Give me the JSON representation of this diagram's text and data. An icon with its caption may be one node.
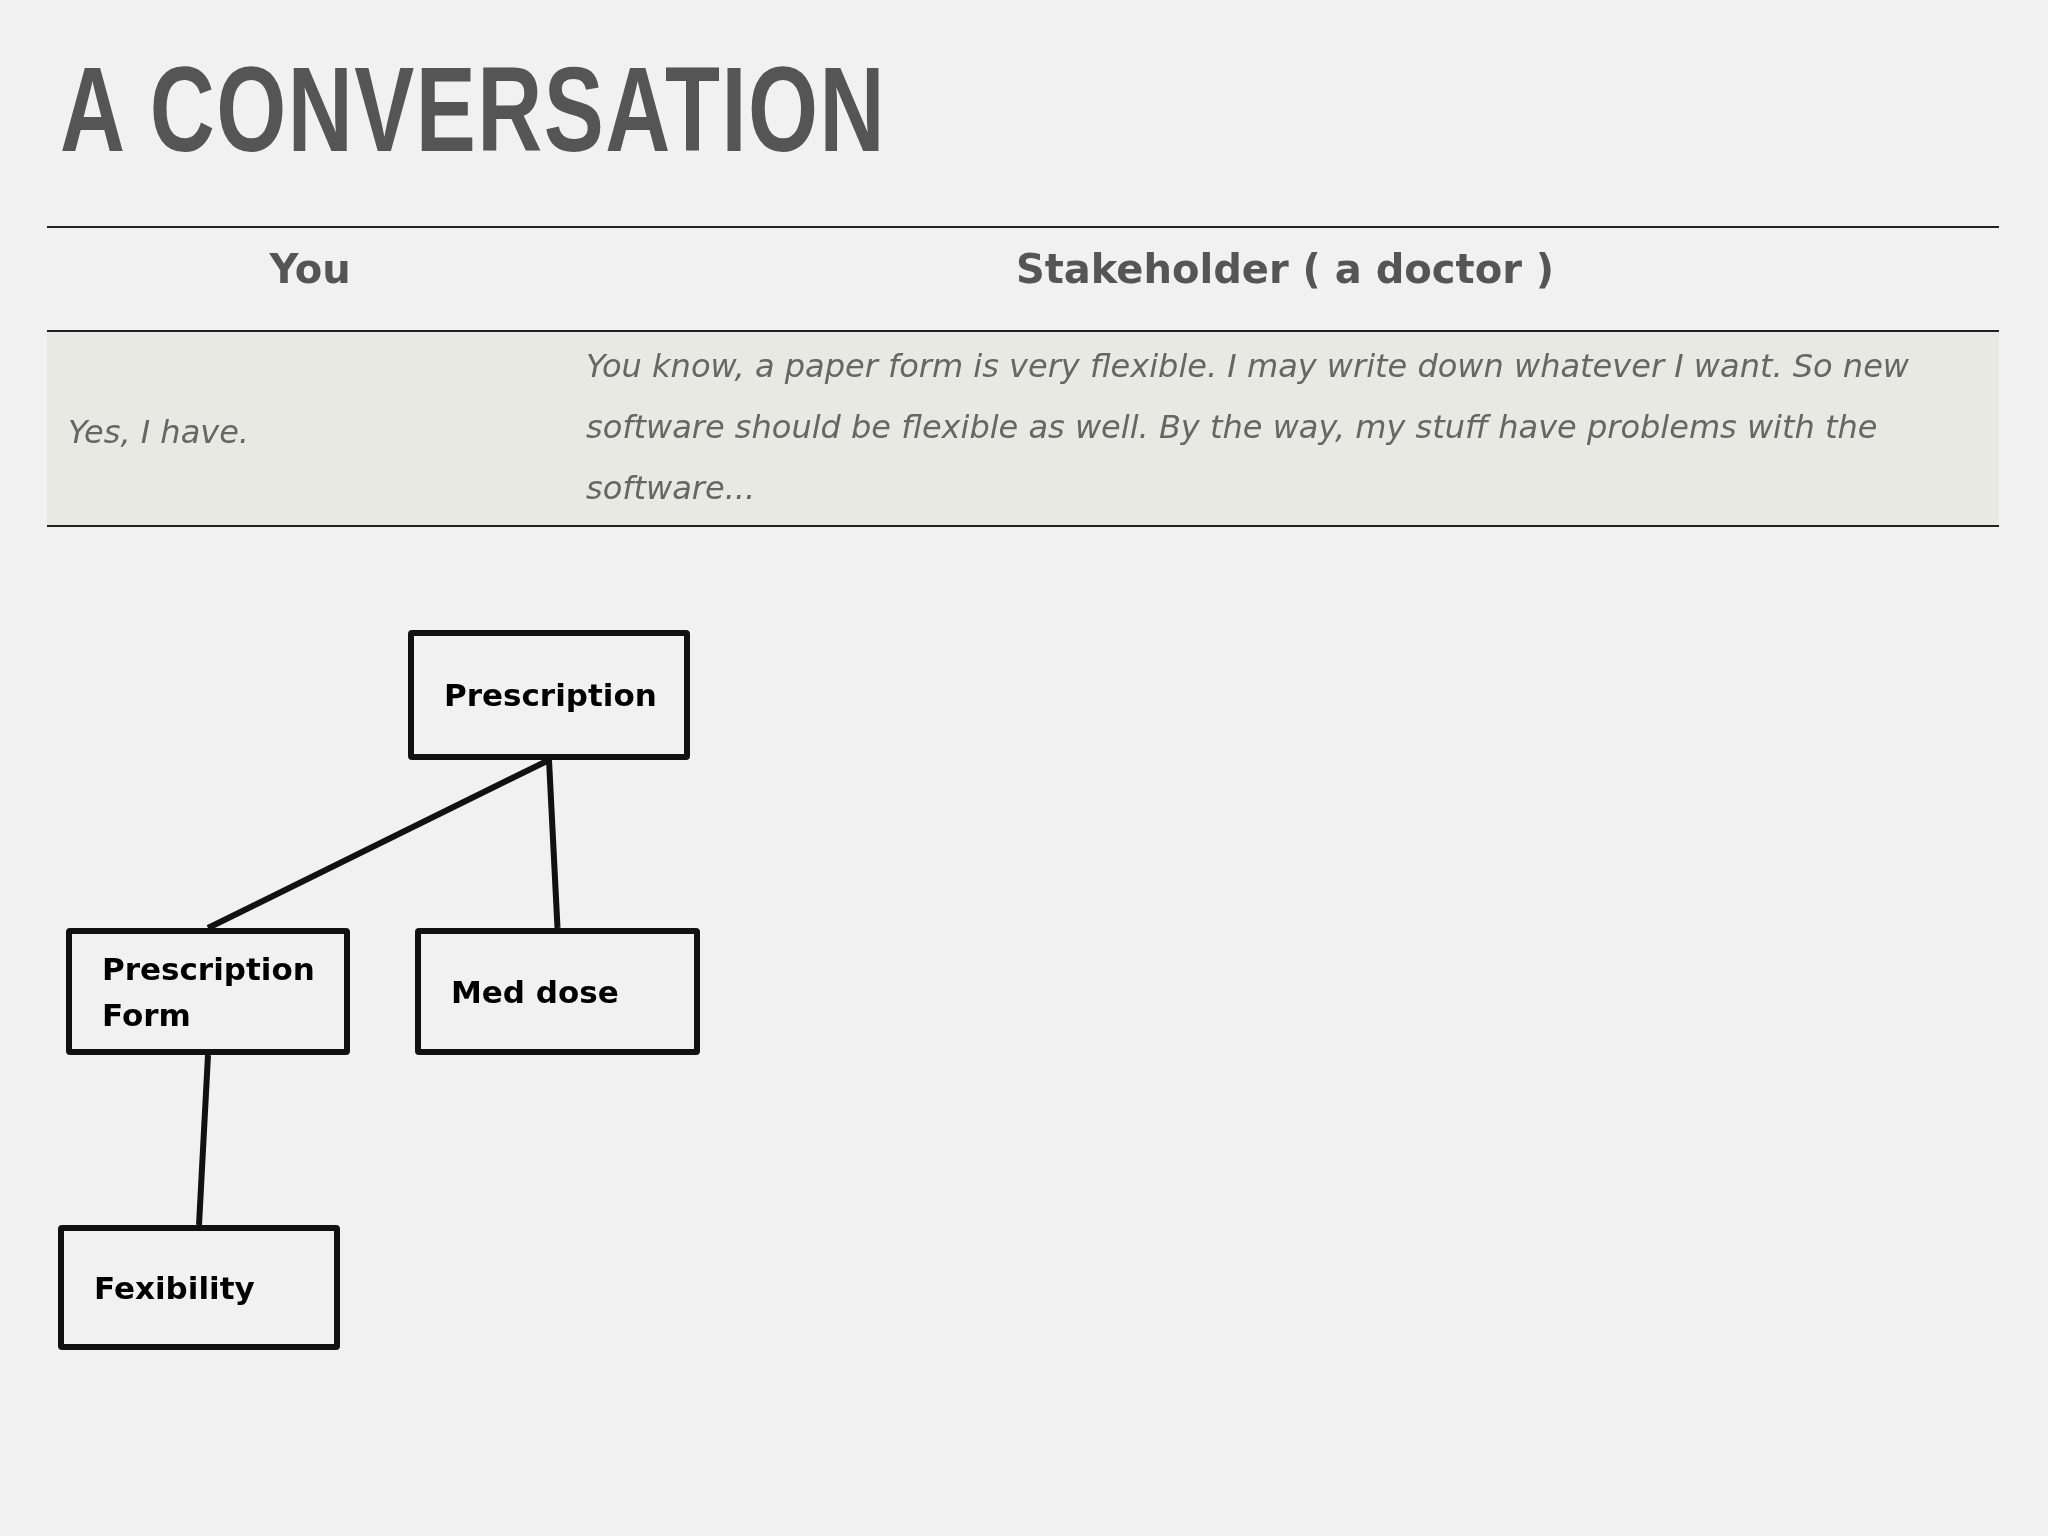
{
  "diagram": {
    "title": "A CONVERSATION",
    "nodes": [
      {
        "text": [
          "Prescription"
        ]
      },
      {
        "text": [
          "Prescription Form"
        ]
      },
      {
        "text": [
          "Med dose"
        ]
      },
      {
        "text": [
          "Fexibility"
        ]
      }
    ],
    "edges": [
      {
        "from": 0,
        "to": 1,
        "arrow": "none"
      },
      {
        "from": 0,
        "to": 2,
        "arrow": "none"
      },
      {
        "from": 1,
        "to": 3,
        "arrow": "none"
      }
    ],
    "labels": [
      "You",
      "Stakeholder ( a doctor )",
      "Yes, I have.",
      "You know, a paper form is very flexible. I may write down whatever I want. So new software should be flexible as well. By the way, my stuff have problems with the software..."
    ]
  }
}
